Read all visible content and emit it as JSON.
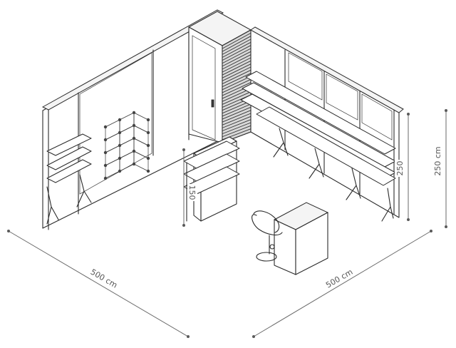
{
  "dimensions": {
    "left_width": "500 cm",
    "right_width": "500 cm",
    "total_height": "250 cm",
    "wall_height": "250",
    "counter_height": "150"
  }
}
